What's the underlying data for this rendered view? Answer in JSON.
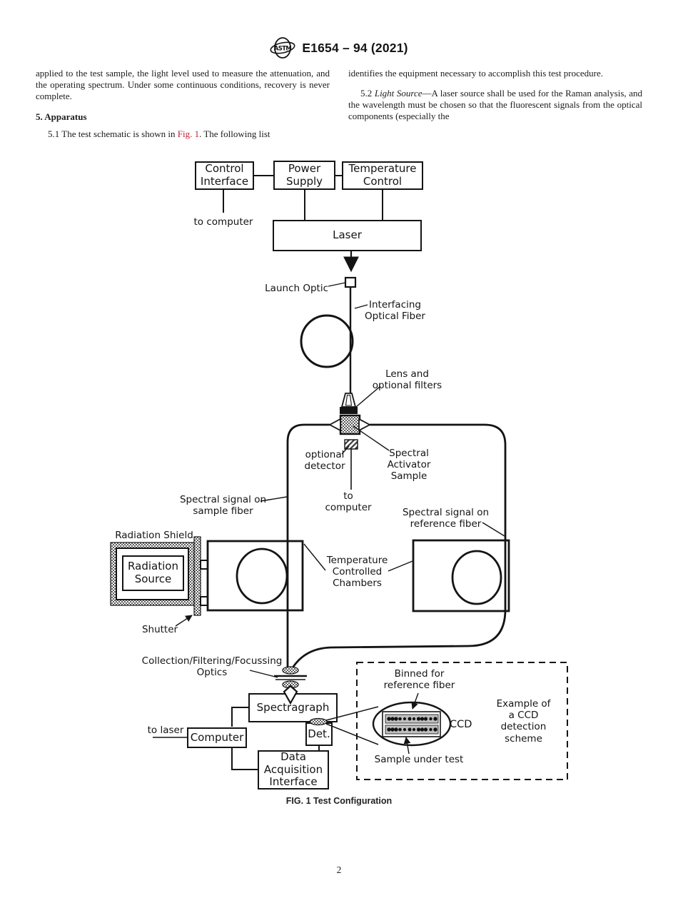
{
  "header": {
    "logo_text": "ASTM",
    "doc_number": "E1654 – 94 (2021)"
  },
  "columns": {
    "left": {
      "para1": "applied to the test sample, the light level used to measure the attenuation, and the operating spectrum. Under some continuous conditions, recovery is never complete.",
      "heading": "5. Apparatus",
      "para2_prefix": "5.1  The test schematic is shown in ",
      "para2_link": "Fig. 1",
      "para2_suffix": ". The following list"
    },
    "right": {
      "para1": "identifies the equipment necessary to accomplish this test procedure.",
      "para2_num": "5.2 ",
      "para2_italic": "Light Source",
      "para2_rest": "—A laser source shall be used for the Raman analysis, and the wavelength must be chosen so that the fluorescent signals from the optical components (especially the"
    }
  },
  "figure": {
    "caption": "FIG. 1 Test Configuration",
    "boxes": {
      "control_interface": "Control\nInterface",
      "power_supply": "Power\nSupply",
      "temperature_control": "Temperature\nControl",
      "laser": "Laser",
      "radiation_source": "Radiation\nSource",
      "spectragraph": "Spectragraph",
      "computer": "Computer",
      "detector": "Det.",
      "daq": "Data\nAcquisition\nInterface"
    },
    "labels": {
      "to_computer_top": "to computer",
      "launch_optic": "Launch Optic",
      "interfacing_fiber": "Interfacing\nOptical Fiber",
      "lens_filters": "Lens and\noptional filters",
      "optional_detector": "optional\ndetector",
      "spectral_activator": "Spectral\nActivator\nSample",
      "to_computer_mid": "to\ncomputer",
      "signal_sample": "Spectral signal on\nsample fiber",
      "signal_reference": "Spectral signal on\nreference fiber",
      "radiation_shield": "Radiation Shield",
      "temp_chambers": "Temperature\nControlled\nChambers",
      "shutter": "Shutter",
      "collection_optics": "Collection/Filtering/Focussing\nOptics",
      "to_laser": "to laser",
      "binned": "Binned for\nreference fiber",
      "ccd": "CCD",
      "example": "Example of\na CCD\ndetection\nscheme",
      "sample_under_test": "Sample under test"
    }
  },
  "footer": {
    "page_number": "2"
  },
  "colors": {
    "link_red": "#c42032",
    "ink": "#141414"
  }
}
